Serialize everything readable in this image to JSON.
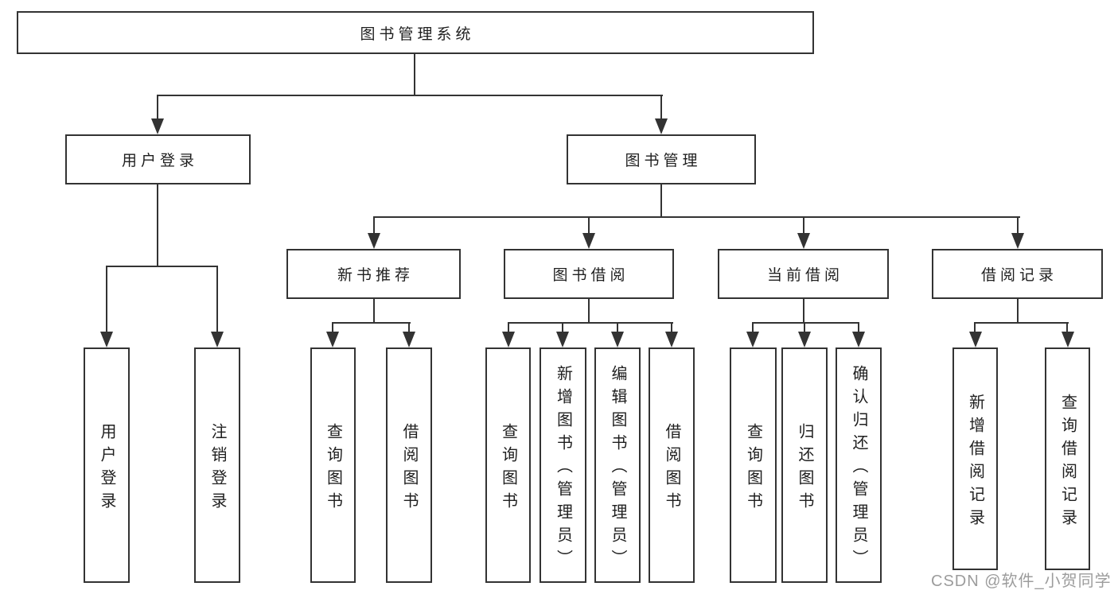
{
  "diagram": {
    "title": "图书管理系统",
    "watermark": "CSDN @软件_小贺同学",
    "colors": {
      "background": "#ffffff",
      "box_border": "#333333",
      "connector_line": "#333333",
      "text": "#1f1f1f",
      "watermark_text": "#9c9c9c"
    },
    "nodes": [
      {
        "id": "root",
        "label": "图书管理系统",
        "level": 0,
        "parent": null
      },
      {
        "id": "user-login",
        "label": "用户登录",
        "level": 1,
        "parent": "root"
      },
      {
        "id": "book-management",
        "label": "图书管理",
        "level": 1,
        "parent": "root"
      },
      {
        "id": "new-book-recommend",
        "label": "新书推荐",
        "level": 2,
        "parent": "book-management"
      },
      {
        "id": "book-borrowing",
        "label": "图书借阅",
        "level": 2,
        "parent": "book-management"
      },
      {
        "id": "current-borrowing",
        "label": "当前借阅",
        "level": 2,
        "parent": "book-management"
      },
      {
        "id": "borrowing-records",
        "label": "借阅记录",
        "level": 2,
        "parent": "book-management"
      },
      {
        "id": "leaf-user-login",
        "label": "用户登录",
        "level": 3,
        "parent": "user-login"
      },
      {
        "id": "leaf-logout",
        "label": "注销登录",
        "level": 3,
        "parent": "user-login"
      },
      {
        "id": "leaf-query-books-1",
        "label": "查询图书",
        "level": 3,
        "parent": "new-book-recommend"
      },
      {
        "id": "leaf-borrow-books-1",
        "label": "借阅图书",
        "level": 3,
        "parent": "new-book-recommend"
      },
      {
        "id": "leaf-query-books-2",
        "label": "查询图书",
        "level": 3,
        "parent": "book-borrowing"
      },
      {
        "id": "leaf-add-books",
        "label": "新增图书（管理员）",
        "level": 3,
        "parent": "book-borrowing"
      },
      {
        "id": "leaf-edit-books",
        "label": "编辑图书（管理员）",
        "level": 3,
        "parent": "book-borrowing"
      },
      {
        "id": "leaf-borrow-books-2",
        "label": "借阅图书",
        "level": 3,
        "parent": "book-borrowing"
      },
      {
        "id": "leaf-query-books-3",
        "label": "查询图书",
        "level": 3,
        "parent": "current-borrowing"
      },
      {
        "id": "leaf-return-books",
        "label": "归还图书",
        "level": 3,
        "parent": "current-borrowing"
      },
      {
        "id": "leaf-confirm-return",
        "label": "确认归还（管理员）",
        "level": 3,
        "parent": "current-borrowing"
      },
      {
        "id": "leaf-add-borrow-record",
        "label": "新增借阅记录",
        "level": 3,
        "parent": "borrowing-records"
      },
      {
        "id": "leaf-query-borrow-record",
        "label": "查询借阅记录",
        "level": 3,
        "parent": "borrowing-records"
      }
    ]
  }
}
